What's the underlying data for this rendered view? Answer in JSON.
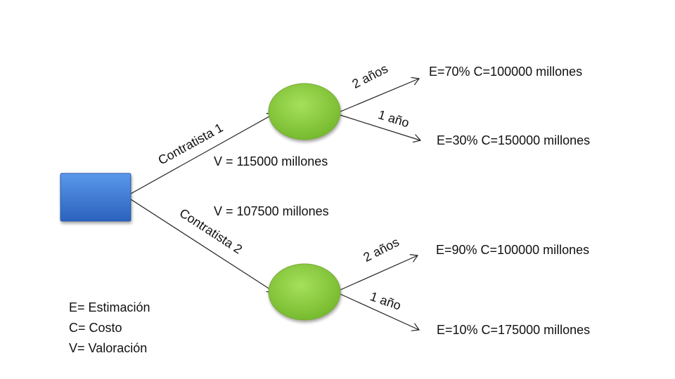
{
  "diagram": {
    "decision": {
      "name": "decision-node",
      "fill": "#3a7ad6"
    },
    "chance_fill": "#8ccf3e",
    "branches": [
      {
        "label": "Contratista 1",
        "valuation": "V = 115000 millones",
        "outcomes": [
          {
            "label": "2 años",
            "result": "E=70%  C=100000 millones"
          },
          {
            "label": "1 año",
            "result": "E=30%  C=150000 millones"
          }
        ]
      },
      {
        "label": "Contratista 2",
        "valuation": "V = 107500 millones",
        "outcomes": [
          {
            "label": "2 años",
            "result": "E=90%  C=100000 millones"
          },
          {
            "label": "1 año",
            "result": "E=10%  C=175000 millones"
          }
        ]
      }
    ]
  },
  "legend": {
    "items": [
      "E= Estimación",
      "C= Costo",
      "V= Valoración"
    ]
  }
}
